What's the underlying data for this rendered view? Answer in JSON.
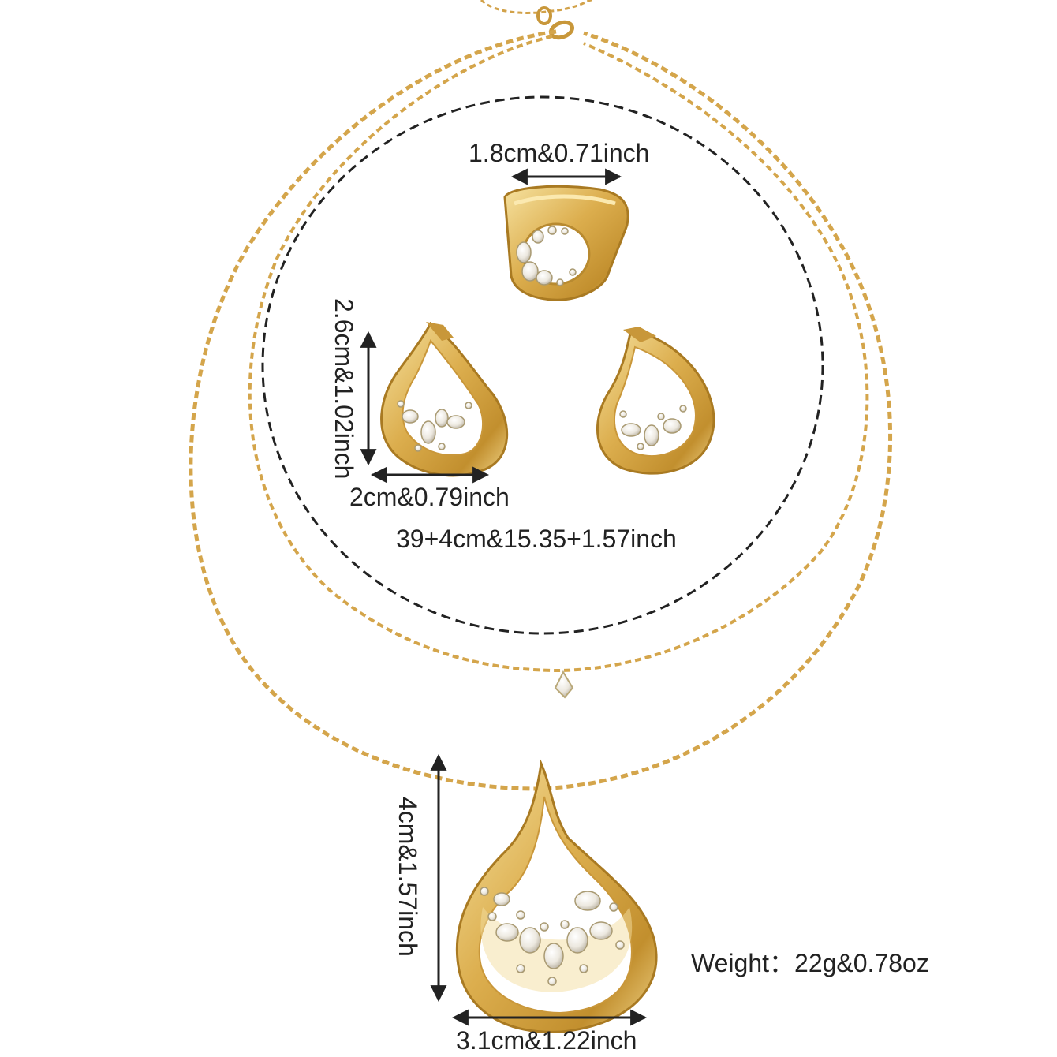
{
  "labels": {
    "ring_width": "1.8cm&0.71inch",
    "earring_height": "2.6cm&1.02inch",
    "earring_width": "2cm&0.79inch",
    "necklace_length": "39+4cm&15.35+1.57inch",
    "pendant_height": "4cm&1.57inch",
    "pendant_width": "3.1cm&1.22inch",
    "weight": "Weight：22g&0.78oz"
  },
  "colors": {
    "gold": "#d9a84a",
    "gold_light": "#f3d98e",
    "gold_dark": "#a97a22",
    "crystal": "#f4f1ea",
    "line": "#222222",
    "background": "#ffffff"
  }
}
